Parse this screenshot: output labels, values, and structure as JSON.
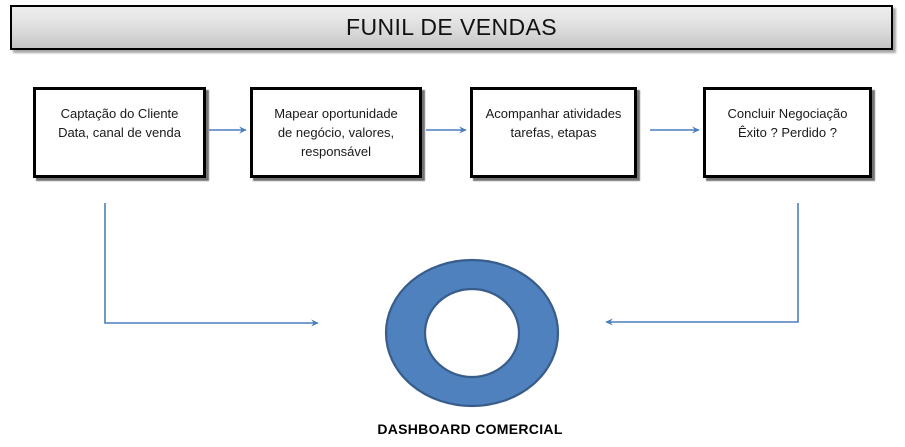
{
  "title": {
    "text": "FUNIL DE VENDAS"
  },
  "colors": {
    "arrow_blue": "#4A7EBB",
    "donut_fill": "#4E81BD",
    "donut_stroke": "#385D8A",
    "box_border": "#000000",
    "banner_border": "#000000",
    "banner_gradient_top": "#ededed",
    "banner_gradient_bottom": "#c3c3c3",
    "text": "#1a1a1a"
  },
  "process_steps": [
    {
      "id": "step-1",
      "text": "Captação do Cliente\nData, canal de venda"
    },
    {
      "id": "step-2",
      "text": "Mapear oportunidade\nde negócio, valores,\nresponsável"
    },
    {
      "id": "step-3",
      "text": "Acompanhar atividades\ntarefas, etapas"
    },
    {
      "id": "step-4",
      "text": "Concluir Negociação\nÊxito ? Perdido ?"
    }
  ],
  "connectors": [
    {
      "id": "connector-1-2",
      "direction": "right"
    },
    {
      "id": "connector-2-3",
      "direction": "right"
    },
    {
      "id": "connector-3-4",
      "direction": "right"
    },
    {
      "id": "feedback-left",
      "direction": "right"
    },
    {
      "id": "feedback-right",
      "direction": "left"
    }
  ],
  "dashboard": {
    "shape": "donut",
    "label": "DASHBOARD COMERCIAL"
  }
}
